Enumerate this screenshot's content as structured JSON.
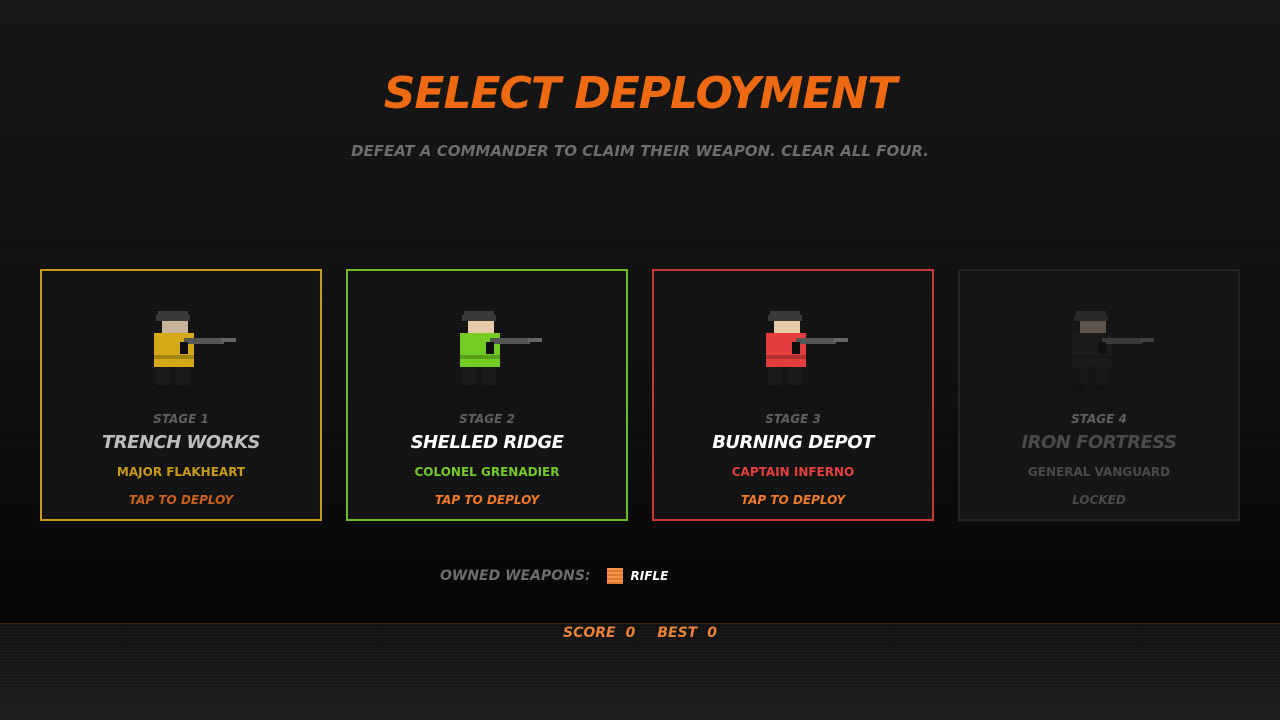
{
  "title": "SELECT DEPLOYMENT",
  "subtitle": "DEFEAT A COMMANDER TO CLAIM THEIR WEAPON. CLEAR ALL FOUR.",
  "stages": [
    {
      "stage_label": "STAGE 1",
      "name": "TRENCH WORKS",
      "commander": "MAJOR FLAKHEART",
      "action": "TAP TO DEPLOY",
      "locked": false,
      "border_color": "#c89a1c",
      "name_color": "#bdbdbd",
      "commander_color": "#c89a1c",
      "action_color": "#c9601e",
      "uniform_color": "#d4a817",
      "skin_color": "#c8b49a"
    },
    {
      "stage_label": "STAGE 2",
      "name": "SHELLED RIDGE",
      "commander": "COLONEL GRENADIER",
      "action": "TAP TO DEPLOY",
      "locked": false,
      "border_color": "#6cbd21",
      "name_color": "#ffffff",
      "commander_color": "#74c92a",
      "action_color": "#ee7a2a",
      "uniform_color": "#74cc23",
      "skin_color": "#e7caa8"
    },
    {
      "stage_label": "STAGE 3",
      "name": "BURNING DEPOT",
      "commander": "CAPTAIN INFERNO",
      "action": "TAP TO DEPLOY",
      "locked": false,
      "border_color": "#c93636",
      "name_color": "#ffffff",
      "commander_color": "#e54040",
      "action_color": "#ee7a2a",
      "uniform_color": "#e33d3d",
      "skin_color": "#e7caa8"
    },
    {
      "stage_label": "STAGE 4",
      "name": "IRON FORTRESS",
      "commander": "GENERAL VANGUARD",
      "action": "LOCKED",
      "locked": true,
      "border_color": "#242424",
      "name_color": "#4a4a4a",
      "commander_color": "#4a4a4a",
      "action_color": "#4a4a4a",
      "uniform_color": "#202020",
      "skin_color": "#9c8a76"
    }
  ],
  "owned_weapons": {
    "label": "OWNED WEAPONS:",
    "items": [
      {
        "name": "RIFLE",
        "color": "#e8823a"
      }
    ]
  },
  "score": {
    "score_label": "SCORE",
    "score_value": "0",
    "best_label": "BEST",
    "best_value": "0"
  },
  "colors": {
    "accent": "#ee6a12",
    "helmet": "#3a3a3a",
    "gun": "#555555",
    "boots": "#111111"
  }
}
